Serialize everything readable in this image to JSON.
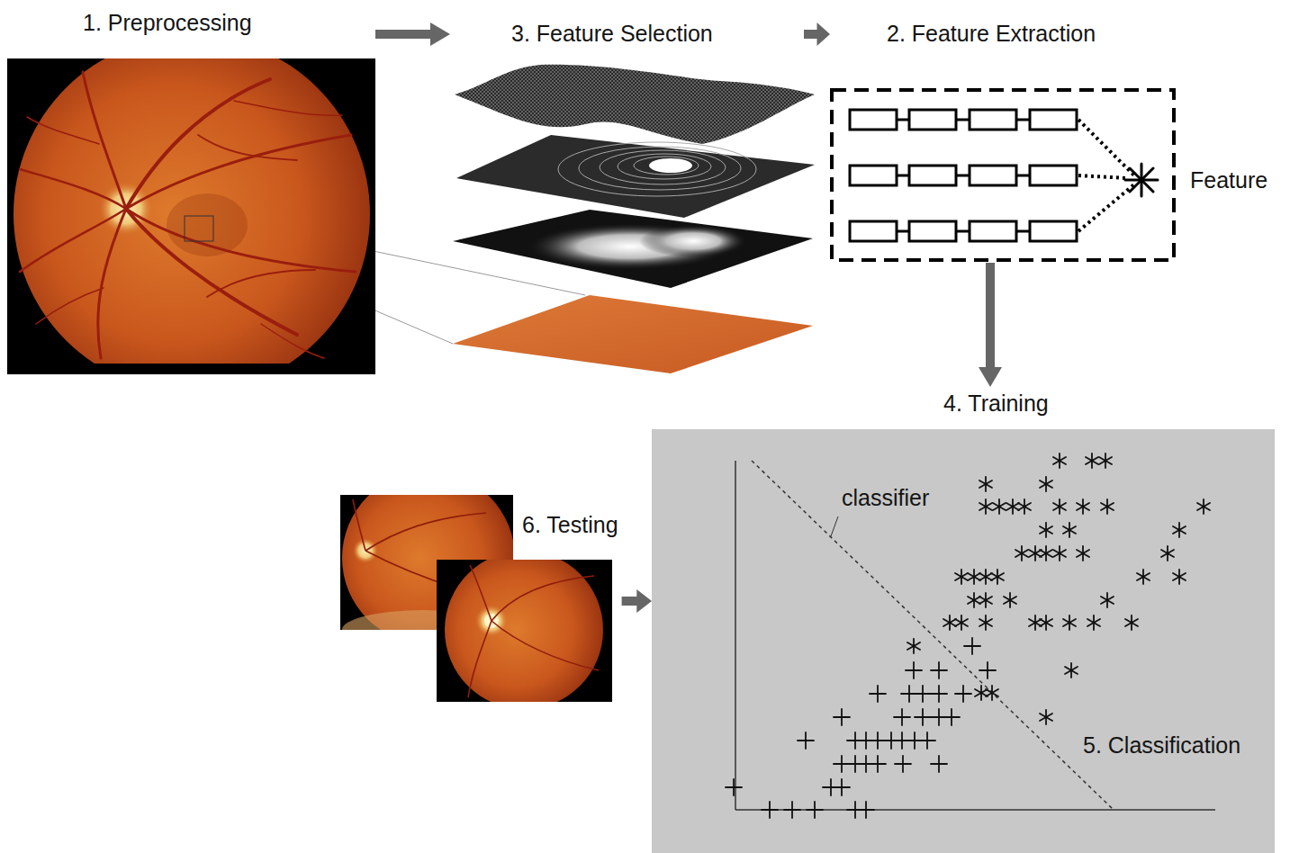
{
  "diagram": {
    "nodes": [
      {
        "text": [
          "1. Preprocessing"
        ]
      },
      {
        "text": [
          "3. Feature Selection"
        ]
      },
      {
        "text": [
          "2. Feature Extraction",
          "Feature"
        ]
      },
      {
        "text": [
          "4. Training",
          "5. Classification"
        ]
      },
      {
        "text": [
          "6. Testing"
        ]
      }
    ],
    "edges": [
      {
        "from": 0,
        "to": 1,
        "arrow": "to"
      },
      {
        "from": 1,
        "to": 2,
        "arrow": "to"
      },
      {
        "from": 2,
        "to": 3,
        "arrow": "to"
      },
      {
        "from": 4,
        "to": 3,
        "arrow": "to"
      }
    ],
    "labels": [
      "classifier"
    ]
  }
}
